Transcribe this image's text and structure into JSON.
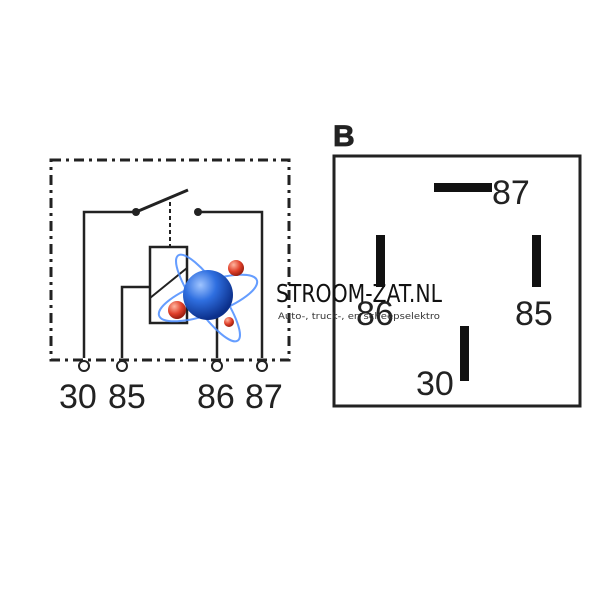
{
  "schematic": {
    "terminals": [
      "30",
      "85",
      "86",
      "87"
    ]
  },
  "pinout": {
    "label": "B",
    "pins": {
      "top": "87",
      "right": "85",
      "left": "86",
      "bottom": "30"
    }
  },
  "watermark": {
    "title": "STROOM-ZAT.NL",
    "subtitle": "Auto-, truck-, en scheepselektro",
    "colors": {
      "sphere": "#1f5fd6",
      "dots": "#e0402a"
    }
  }
}
